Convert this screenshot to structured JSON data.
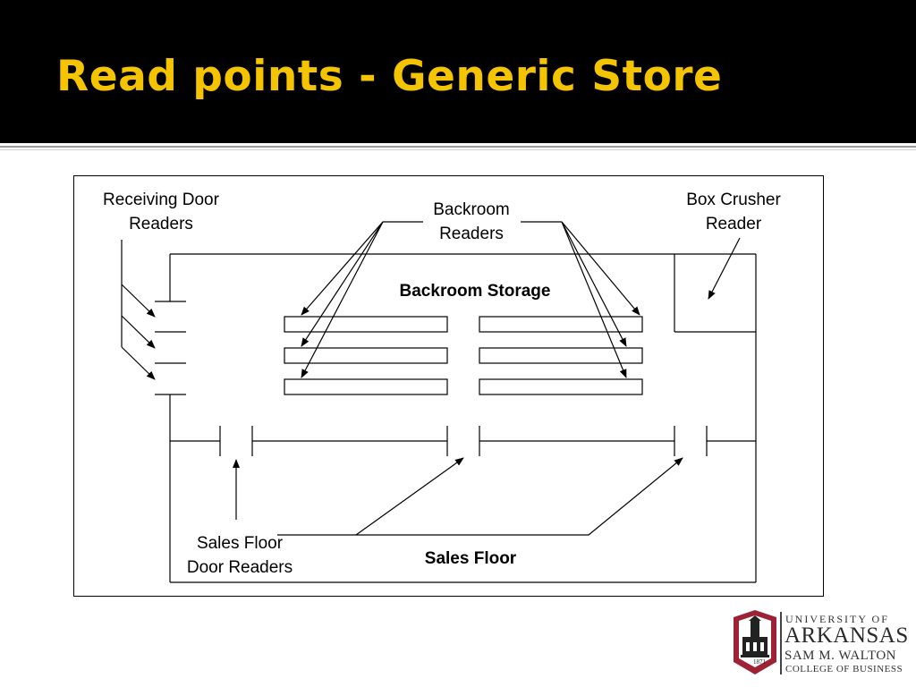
{
  "slide": {
    "title": "Read points - Generic Store",
    "title_color": "#f5c400",
    "header_bg": "#000000"
  },
  "diagram": {
    "labels": {
      "receiving_door_readers": [
        "Receiving Door",
        "Readers"
      ],
      "backroom_readers": [
        "Backroom",
        "Readers"
      ],
      "box_crusher_reader": [
        "Box Crusher",
        "Reader"
      ],
      "backroom_storage": "Backroom Storage",
      "sales_floor_door_readers": [
        "Sales Floor",
        "Door Readers"
      ],
      "sales_floor": "Sales Floor"
    }
  },
  "logo": {
    "line1": "UNIVERSITY OF",
    "line2": "ARKANSAS",
    "line3": "SAM M. WALTON",
    "line4": "COLLEGE OF BUSINESS",
    "year": "1871",
    "brand_color": "#9d2235"
  }
}
